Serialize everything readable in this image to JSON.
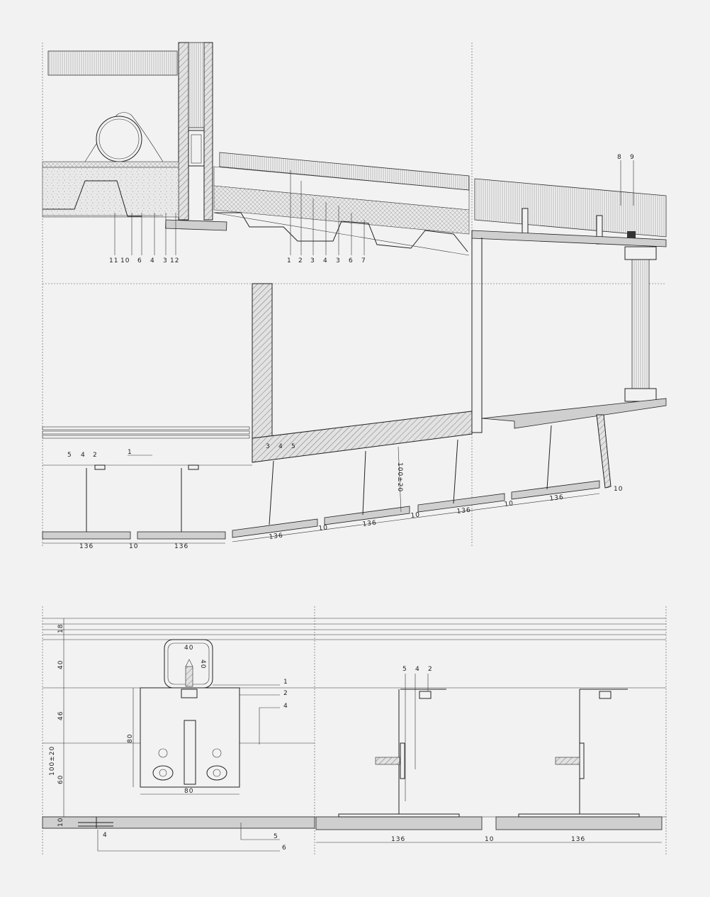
{
  "top_section": {
    "labels_left": [
      "11",
      "10",
      "6",
      "4",
      "3",
      "12"
    ],
    "labels_mid": [
      "1",
      "2",
      "3",
      "4",
      "3",
      "6",
      "7"
    ],
    "labels_right": [
      "8",
      "9"
    ],
    "labels_lower_left": [
      "5",
      "4",
      "2",
      "1"
    ],
    "labels_lower_mid": [
      "3",
      "4",
      "5"
    ],
    "dim_board": "136",
    "dim_gap": "10",
    "dim_height": "100±20"
  },
  "bottom_section": {
    "dims_left_vertical": [
      "18",
      "40",
      "46",
      "60",
      "10",
      "100±20"
    ],
    "dim_tube_w": "40",
    "dim_tube_h": "40",
    "dim_plate_h": "80",
    "dim_plate_w": "80",
    "callouts": [
      "1",
      "2",
      "4",
      "5",
      "6"
    ],
    "small_dim": "4",
    "labels_right": [
      "5",
      "4",
      "2"
    ],
    "dim_board": "136",
    "dim_gap": "10"
  }
}
